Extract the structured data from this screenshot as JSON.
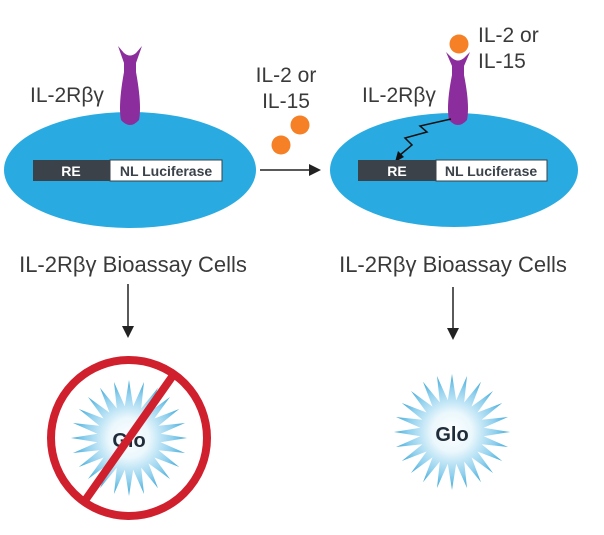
{
  "left_panel": {
    "receptor_label": "IL-2Rβγ",
    "reporter_re": "RE",
    "reporter_nl": "NL Luciferase",
    "cell_caption": "IL-2Rβγ Bioassay Cells",
    "glo": "Glo"
  },
  "middle": {
    "ligand_line1": "IL-2 or",
    "ligand_line2": "IL-15"
  },
  "right_panel": {
    "ligand_line1": "IL-2 or",
    "ligand_line2": "IL-15",
    "receptor_label": "IL-2Rβγ",
    "reporter_re": "RE",
    "reporter_nl": "NL Luciferase",
    "cell_caption": "IL-2Rβγ Bioassay Cells",
    "glo": "Glo"
  },
  "colors": {
    "cell": "#29ABE2",
    "receptor": "#8B2D9C",
    "ligand": "#F58025",
    "re_box": "#3B4249",
    "no_sign": "#D0202E",
    "glo_light": "#EAF7FC",
    "glo_dark": "#3FA9D8"
  }
}
